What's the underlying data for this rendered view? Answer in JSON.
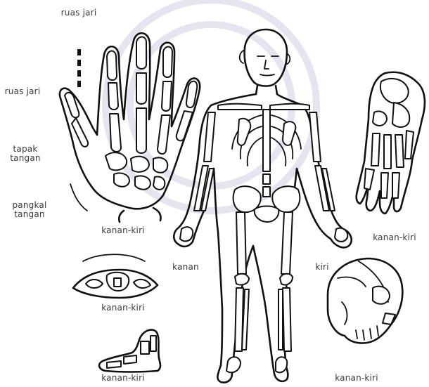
{
  "labels": {
    "ruas_jari_top": "ruas jari",
    "ruas_jari_left": "ruas jari",
    "tapak_tangan": "tapak tangan",
    "pangkal_tangan": "pangkal tangan",
    "hand_side": "kanan-kiri",
    "knee_side": "kanan-kiri",
    "foot_side": "kanan-kiri",
    "body_right": "kanan",
    "body_left": "kiri",
    "skull_side": "kanan-kiri",
    "foot_top_side": "kanan-kiri"
  },
  "colors": {
    "ink": "#111111",
    "label": "#3a3a3a",
    "watermark": "#e7e3ef"
  }
}
